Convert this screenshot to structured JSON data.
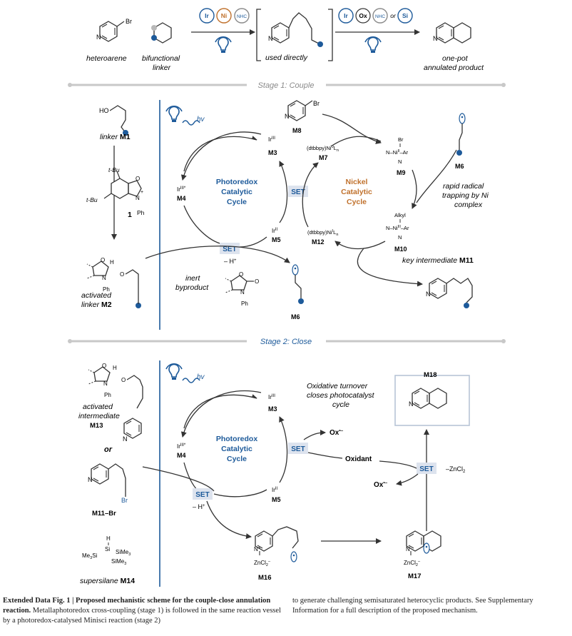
{
  "colors": {
    "blue": "#1d5a9a",
    "orange": "#c0712c",
    "grey": "#8a8a8a",
    "line": "#333333",
    "setbox": "#dde3ee"
  },
  "top": {
    "heteroarene": "heteroarene",
    "br": "Br",
    "linker_l1": "bifunctional",
    "linker_l2": "linker",
    "used": "used directly",
    "product_l1": "one-pot",
    "product_l2": "annulated product",
    "cat1": [
      "Ir",
      "Ni",
      "NHC"
    ],
    "cat2": [
      "Ir",
      "Ox",
      "NHC",
      "or",
      "Si"
    ]
  },
  "stage1": "Stage 1: Couple",
  "stage2": "Stage 2: Close",
  "s1": {
    "ho": "HO",
    "linker_m1_it": "linker ",
    "linker_m1_b": "M1",
    "tbu1": "t-Bu",
    "tbu2": "t-Bu",
    "cmp1": "1",
    "ph": "Ph",
    "plus": "+",
    "activated_l1": "activated",
    "activated_l2_it": "linker ",
    "activated_l2_b": "M2",
    "hv": "hv",
    "ir3": "Ir",
    "ir3_sup": "III",
    "m3": "M3",
    "ir3s": "Ir",
    "ir3s_sup": "III*",
    "m4": "M4",
    "ir2": "Ir",
    "ir2_sup": "II",
    "m5": "M5",
    "photo_l1": "Photoredox",
    "photo_l2": "Catalytic",
    "photo_l3": "Cycle",
    "nickel_l1": "Nickel",
    "nickel_l2": "Catalytic",
    "nickel_l3": "Cycle",
    "set": "SET",
    "h_minus": "– H",
    "h_plus": "+",
    "m8": "M8",
    "m7_text": "(dtbbpy)Ni",
    "m7_sup": "0",
    "m7_l": "L",
    "m7_sub": "n",
    "m7": "M7",
    "m12_text": "(dtbbpy)Ni",
    "m12_sup": "I",
    "m12_l": "L",
    "m12_sub": "n",
    "m12": "M12",
    "m9": "M9",
    "m10": "M10",
    "m6": "M6",
    "ni_ar": "N–Ni",
    "ni_sup_ii": "II",
    "ni_sup_iii": "III",
    "ar": "–Ar",
    "n_lbl": "N",
    "alkyl": "Alkyl",
    "rapid_l1": "rapid radical",
    "rapid_l2": "trapping by Ni",
    "rapid_l3": "complex",
    "key_it": "key intermediate ",
    "key_b": "M11",
    "inert_l1": "inert",
    "inert_l2": "byproduct",
    "o_lbl": "O",
    "n_lbl2": "N",
    "h_lbl": "H"
  },
  "s2": {
    "hv": "hv",
    "ir3": "Ir",
    "ir3_sup": "III",
    "m3": "M3",
    "ir3s": "Ir",
    "ir3s_sup": "III*",
    "m4": "M4",
    "ir2": "Ir",
    "ir2_sup": "II",
    "m5": "M5",
    "photo_l1": "Photoredox",
    "photo_l2": "Catalytic",
    "photo_l3": "Cycle",
    "set": "SET",
    "h_minus": "– H",
    "h_plus": "+",
    "ox_rad": "Ox",
    "ox_rad_sup": "•–",
    "oxidant": "Oxidant",
    "ox_rad2": "Ox",
    "ox_rad2_sup": "•–",
    "znclminus": "–ZnCl",
    "znclminus_sub": "2",
    "oxid_l1": "Oxidative turnover",
    "oxid_l2": "closes photocatalyst",
    "oxid_l3": "cycle",
    "m18": "M18",
    "act_l1": "activated",
    "act_l2": "intermediate",
    "m13": "M13",
    "or": "or",
    "br": "Br",
    "m11br": "M11–Br",
    "si_h": "H",
    "si": "Si",
    "me3si": "Me",
    "me3si_sub": "3",
    "me3si_si": "Si",
    "sime3a": "SiMe",
    "sime3a_sub": "3",
    "sime3b": "SiMe",
    "sime3b_sub": "3",
    "super_it": "supersilane ",
    "super_b": "M14",
    "m16": "M16",
    "m17": "M17",
    "zncl2": "ZnCl",
    "zncl2_sub": "2",
    "zncl2_sup": "–",
    "nplus": "N",
    "nplus_sup": "+"
  },
  "caption": {
    "left_bold": "Extended Data Fig. 1 | Proposed mechanistic scheme for the couple-close annulation reaction.",
    "left_rest": " Metallaphotoredox cross-coupling (stage 1) is followed in the same reaction vessel by a photoredox-catalysed Minisci reaction (stage 2)",
    "right": "to generate challenging semisaturated heterocyclic products. See Supplementary Information for a full description of the proposed mechanism."
  }
}
